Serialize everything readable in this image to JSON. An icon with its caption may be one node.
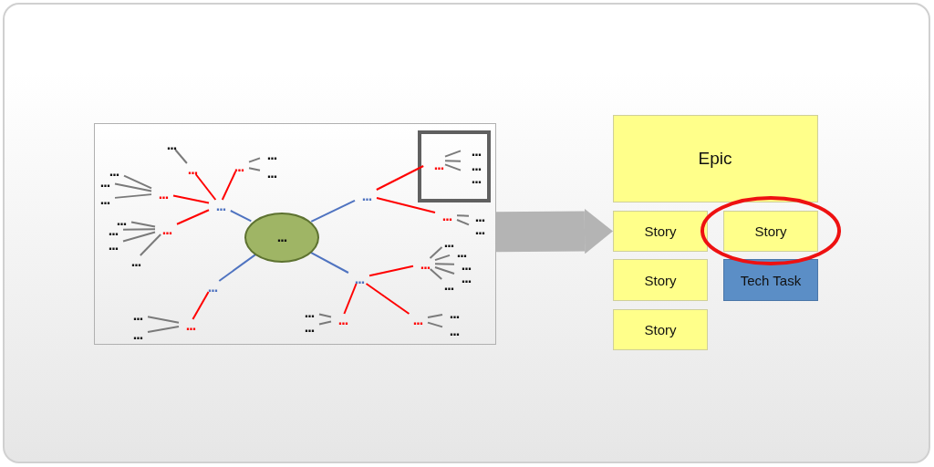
{
  "diagram": {
    "nodes": [
      {
        "text": [],
        "shape": "box"
      },
      {
        "text": [
          "..."
        ],
        "in": 0
      },
      {
        "text": [
          "..."
        ],
        "in": 0
      },
      {
        "text": [
          "..."
        ],
        "in": 0
      },
      {
        "text": [
          "..."
        ],
        "in": 0
      },
      {
        "text": [
          "..."
        ],
        "in": 0
      },
      {
        "text": [
          "..."
        ],
        "in": 0
      },
      {
        "text": [
          "..."
        ],
        "in": 0
      },
      {
        "text": [
          "..."
        ],
        "in": 0
      },
      {
        "text": [
          "..."
        ],
        "in": 0
      },
      {
        "text": [
          "..."
        ],
        "in": 0
      },
      {
        "text": [
          "..."
        ],
        "in": 0
      },
      {
        "text": [
          "..."
        ],
        "in": 0
      },
      {
        "text": [
          "..."
        ],
        "in": 0
      },
      {
        "text": [
          "..."
        ],
        "in": 0
      },
      {
        "text": [
          "..."
        ],
        "in": 0
      },
      {
        "text": [
          "..."
        ],
        "in": 0
      },
      {
        "text": [
          "..."
        ],
        "in": 0
      },
      {
        "text": [
          "..."
        ],
        "in": 0
      },
      {
        "text": [
          "..."
        ],
        "in": 0
      },
      {
        "text": [],
        "shape": "box",
        "in": 0
      },
      {
        "text": [
          "..."
        ],
        "in": 20
      },
      {
        "text": [
          "..."
        ],
        "in": 20
      },
      {
        "text": [
          "..."
        ],
        "in": 20
      },
      {
        "text": [
          "..."
        ],
        "in": 20
      },
      {
        "text": [
          "..."
        ],
        "in": 0
      },
      {
        "text": [
          "..."
        ],
        "in": 0
      },
      {
        "text": [
          "..."
        ],
        "in": 0
      },
      {
        "text": [
          "..."
        ],
        "in": 0
      },
      {
        "text": [
          "..."
        ],
        "in": 0
      },
      {
        "text": [
          "..."
        ],
        "in": 0
      },
      {
        "text": [
          "..."
        ],
        "in": 0
      },
      {
        "text": [
          "..."
        ],
        "in": 0
      },
      {
        "text": [
          "..."
        ],
        "in": 0
      },
      {
        "text": [
          "..."
        ],
        "in": 0
      },
      {
        "text": [
          "..."
        ],
        "in": 0
      },
      {
        "text": [
          "..."
        ],
        "in": 0
      },
      {
        "text": [
          "..."
        ],
        "in": 0
      },
      {
        "text": [
          "..."
        ],
        "in": 0
      },
      {
        "text": [
          "..."
        ],
        "in": 0
      },
      {
        "text": [
          "..."
        ],
        "in": 0
      },
      {
        "text": [
          "..."
        ],
        "in": 0
      },
      {
        "text": [
          "..."
        ],
        "in": 0
      },
      {
        "text": [
          "Epic"
        ]
      },
      {
        "text": [
          "Story"
        ]
      },
      {
        "text": [
          "Story"
        ]
      },
      {
        "text": [
          "Story"
        ]
      },
      {
        "text": [
          "Tech Task"
        ]
      },
      {
        "text": [
          "Story"
        ]
      }
    ],
    "edges": [
      {
        "from": 1,
        "to": 2,
        "arrow": "none",
        "color": "#4f73c0"
      },
      {
        "from": 1,
        "to": 3,
        "arrow": "none",
        "color": "#4f73c0"
      },
      {
        "from": 1,
        "to": 4,
        "arrow": "none",
        "color": "#4f73c0"
      },
      {
        "from": 1,
        "to": 5,
        "arrow": "none",
        "color": "#4f73c0"
      },
      {
        "from": 2,
        "to": 6,
        "arrow": "none",
        "color": "#ff0000"
      },
      {
        "from": 2,
        "to": 8,
        "arrow": "none",
        "color": "#ff0000"
      },
      {
        "from": 2,
        "to": 11,
        "arrow": "none",
        "color": "#ff0000"
      },
      {
        "from": 2,
        "to": 15,
        "arrow": "none",
        "color": "#ff0000"
      },
      {
        "from": 3,
        "to": 21,
        "arrow": "none",
        "color": "#ff0000"
      },
      {
        "from": 3,
        "to": 25,
        "arrow": "none",
        "color": "#ff0000"
      },
      {
        "from": 4,
        "to": 28,
        "arrow": "none",
        "color": "#ff0000"
      },
      {
        "from": 5,
        "to": 31,
        "arrow": "none",
        "color": "#ff0000"
      },
      {
        "from": 5,
        "to": 37,
        "arrow": "none",
        "color": "#ff0000"
      },
      {
        "from": 5,
        "to": 40,
        "arrow": "none",
        "color": "#ff0000"
      },
      {
        "from": 6,
        "to": 7,
        "arrow": "none"
      },
      {
        "from": 8,
        "to": 9,
        "arrow": "none"
      },
      {
        "from": 8,
        "to": 10,
        "arrow": "none"
      },
      {
        "from": 11,
        "to": 12,
        "arrow": "none"
      },
      {
        "from": 11,
        "to": 13,
        "arrow": "none"
      },
      {
        "from": 11,
        "to": 14,
        "arrow": "none"
      },
      {
        "from": 15,
        "to": 16,
        "arrow": "none"
      },
      {
        "from": 15,
        "to": 17,
        "arrow": "none"
      },
      {
        "from": 15,
        "to": 18,
        "arrow": "none"
      },
      {
        "from": 15,
        "to": 19,
        "arrow": "none"
      },
      {
        "from": 21,
        "to": 22,
        "arrow": "none"
      },
      {
        "from": 21,
        "to": 23,
        "arrow": "none"
      },
      {
        "from": 21,
        "to": 24,
        "arrow": "none"
      },
      {
        "from": 25,
        "to": 26,
        "arrow": "none"
      },
      {
        "from": 25,
        "to": 27,
        "arrow": "none"
      },
      {
        "from": 28,
        "to": 29,
        "arrow": "none"
      },
      {
        "from": 28,
        "to": 30,
        "arrow": "none"
      },
      {
        "from": 31,
        "to": 32,
        "arrow": "none"
      },
      {
        "from": 31,
        "to": 33,
        "arrow": "none"
      },
      {
        "from": 31,
        "to": 34,
        "arrow": "none"
      },
      {
        "from": 31,
        "to": 35,
        "arrow": "none"
      },
      {
        "from": 31,
        "to": 36,
        "arrow": "none"
      },
      {
        "from": 37,
        "to": 38,
        "arrow": "none"
      },
      {
        "from": 37,
        "to": 39,
        "arrow": "none"
      },
      {
        "from": 40,
        "to": 41,
        "arrow": "none"
      },
      {
        "from": 40,
        "to": 42,
        "arrow": "none"
      },
      {
        "from": 0,
        "to": 44,
        "arrow": "to",
        "style": "thick",
        "color": "#b4b4b4"
      }
    ]
  }
}
